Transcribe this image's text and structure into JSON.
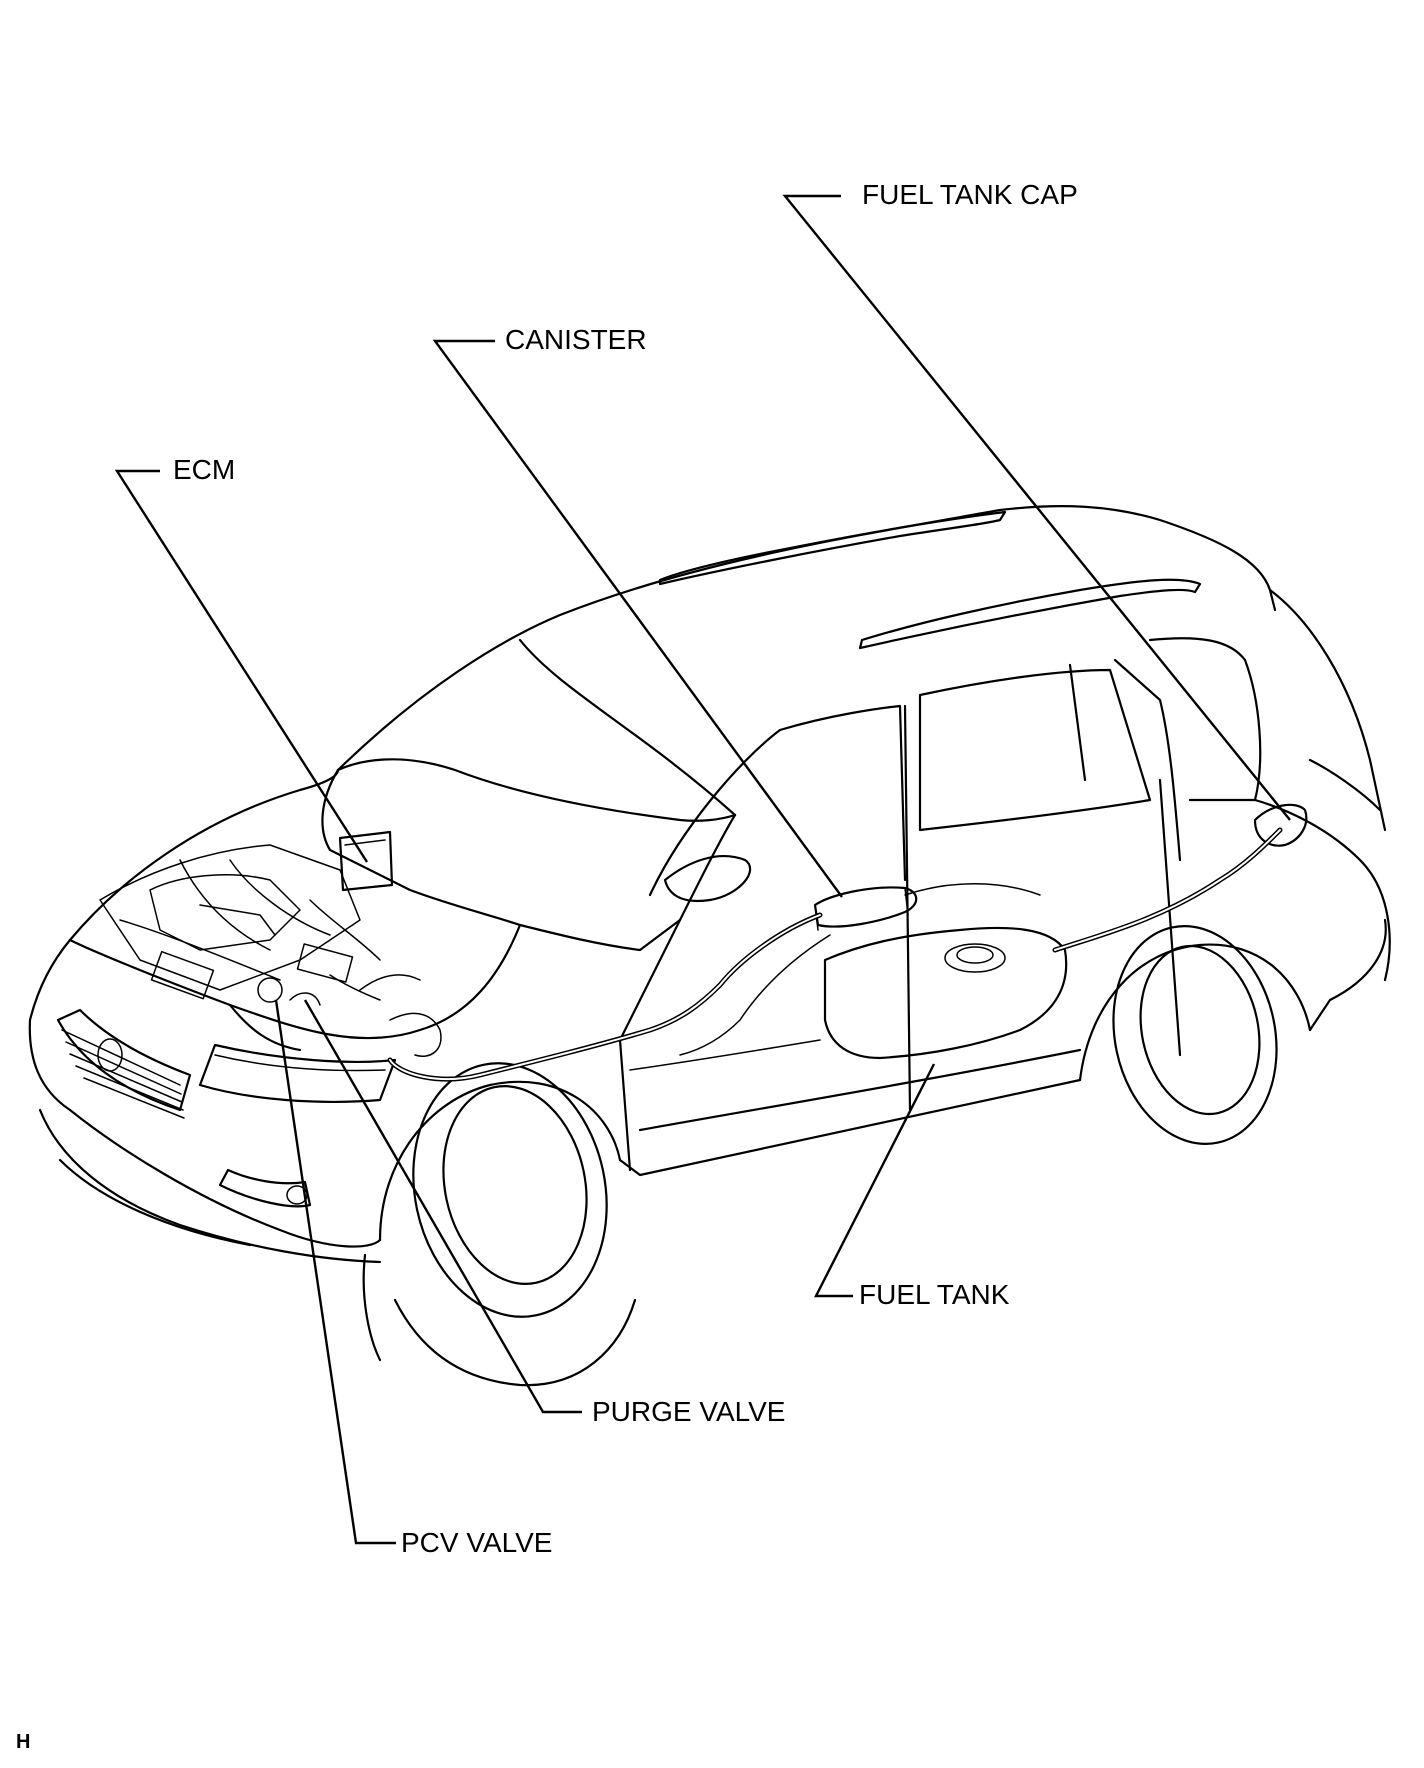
{
  "labels": {
    "fuel_tank_cap": "FUEL TANK CAP",
    "canister": "CANISTER",
    "ecm": "ECM",
    "fuel_tank": "FUEL TANK",
    "purge_valve": "PURGE VALVE",
    "pcv_valve": "PCV VALVE"
  },
  "corner_mark": "H"
}
